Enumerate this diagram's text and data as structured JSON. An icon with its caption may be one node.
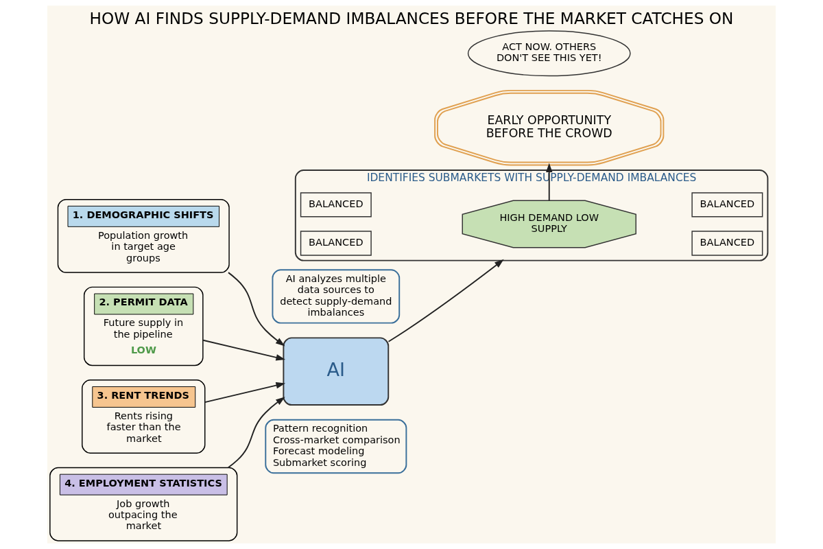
{
  "diagram": {
    "title": "HOW AI FINDS SUPPLY-DEMAND IMBALANCES BEFORE THE MARKET CATCHES ON",
    "nodes": [
      {
        "text": [
          "1. DEMOGRAPHIC SHIFTS",
          "Population growth in target age groups"
        ]
      },
      {
        "text": [
          "2. PERMIT DATA",
          "Future supply in the pipeline",
          "LOW"
        ]
      },
      {
        "text": [
          "3. RENT TRENDS",
          "Rents rising faster than the market"
        ]
      },
      {
        "text": [
          "4. EMPLOYMENT STATISTICS",
          "Job growth outpacing the market"
        ]
      },
      {
        "text": [
          "AI analyzes multiple data sources to detect supply-demand imbalances"
        ]
      },
      {
        "text": [
          "AI"
        ]
      },
      {
        "text": [
          "Pattern recognition",
          "Cross-market comparison",
          "Forecast modeling",
          "Submarket scoring"
        ]
      },
      {
        "text": [
          "IDENTIFIES SUBMARKETS WITH SUPPLY-DEMAND IMBALANCES"
        ]
      },
      {
        "text": [
          "BALANCED"
        ],
        "in": 7
      },
      {
        "text": [
          "BALANCED"
        ],
        "in": 7
      },
      {
        "text": [
          "HIGH DEMAND LOW SUPPLY"
        ],
        "in": 7
      },
      {
        "text": [
          "BALANCED"
        ],
        "in": 7
      },
      {
        "text": [
          "BALANCED"
        ],
        "in": 7
      },
      {
        "text": [
          "EARLY OPPORTUNITY BEFORE THE CROWD"
        ]
      },
      {
        "text": [
          "ACT NOW. OTHERS DON'T SEE THIS YET!"
        ]
      }
    ],
    "edges": [
      {
        "from": 0,
        "to": 5,
        "arrow": "to"
      },
      {
        "from": 1,
        "to": 5,
        "arrow": "to"
      },
      {
        "from": 2,
        "to": 5,
        "arrow": "to"
      },
      {
        "from": 3,
        "to": 5,
        "arrow": "to"
      },
      {
        "from": 5,
        "to": 7,
        "arrow": "to"
      },
      {
        "from": 10,
        "to": 13,
        "arrow": "to"
      }
    ]
  }
}
